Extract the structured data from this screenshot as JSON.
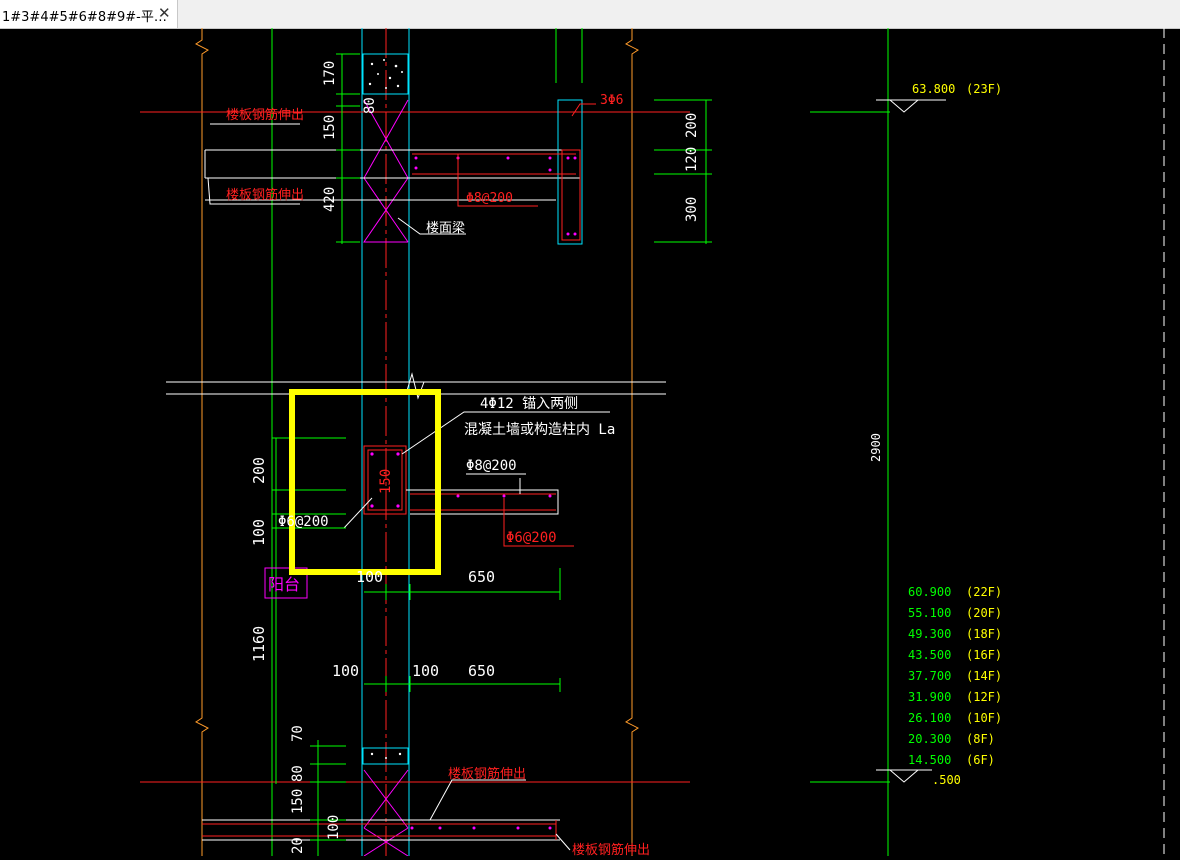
{
  "tab": {
    "title": "1#3#4#5#6#8#9#-平…",
    "close_glyph": "✕"
  },
  "labels": {
    "slab_rebar_out": "楼板钢筋伸出",
    "bar_3phi6": "3Φ6",
    "bar_phi8_200": "Φ8@200",
    "floor_beam": "楼面梁",
    "anchor_bars": "4Φ12  锚入两侧",
    "anchor_into": "混凝土墙或构造柱内 La",
    "phi8_200_b": "Φ8@200",
    "phi6_200": "Φ6@200",
    "phi6_200_left": "Φ6@200",
    "col_size": "150",
    "balcony": "阳台",
    "dim_2900": "2900"
  },
  "dims": {
    "d170": "170",
    "d80": "80",
    "d150": "150",
    "d420": "420",
    "d200": "200",
    "d120": "120",
    "d300": "300",
    "l200": "200",
    "l100": "100",
    "d100a": "100",
    "d650a": "650",
    "d1160": "1160",
    "d100b": "100",
    "d100c": "100",
    "d650b": "650",
    "d70": "70",
    "d80b": "80",
    "d150b": "150",
    "d20": "20",
    "d100d": "100"
  },
  "elevations": [
    {
      "value": "63.800",
      "floor": "(23F)"
    },
    {
      "value": "60.900",
      "floor": "(22F)"
    },
    {
      "value": "55.100",
      "floor": "(20F)"
    },
    {
      "value": "49.300",
      "floor": "(18F)"
    },
    {
      "value": "43.500",
      "floor": "(16F)"
    },
    {
      "value": "37.700",
      "floor": "(14F)"
    },
    {
      "value": "31.900",
      "floor": "(12F)"
    },
    {
      "value": "26.100",
      "floor": "(10F)"
    },
    {
      "value": "20.300",
      "floor": "(8F)"
    },
    {
      "value": "14.500",
      "floor": "(6F)"
    },
    {
      "value": ".500",
      "floor": ""
    }
  ],
  "colors": {
    "red": "#ff2020",
    "white": "#ffffff",
    "cyan": "#00e5ff",
    "green": "#00ff00",
    "yellow": "#ffff00",
    "magenta": "#ff00ff",
    "orange": "#ff9b2a",
    "highlight": "#ffff00"
  }
}
